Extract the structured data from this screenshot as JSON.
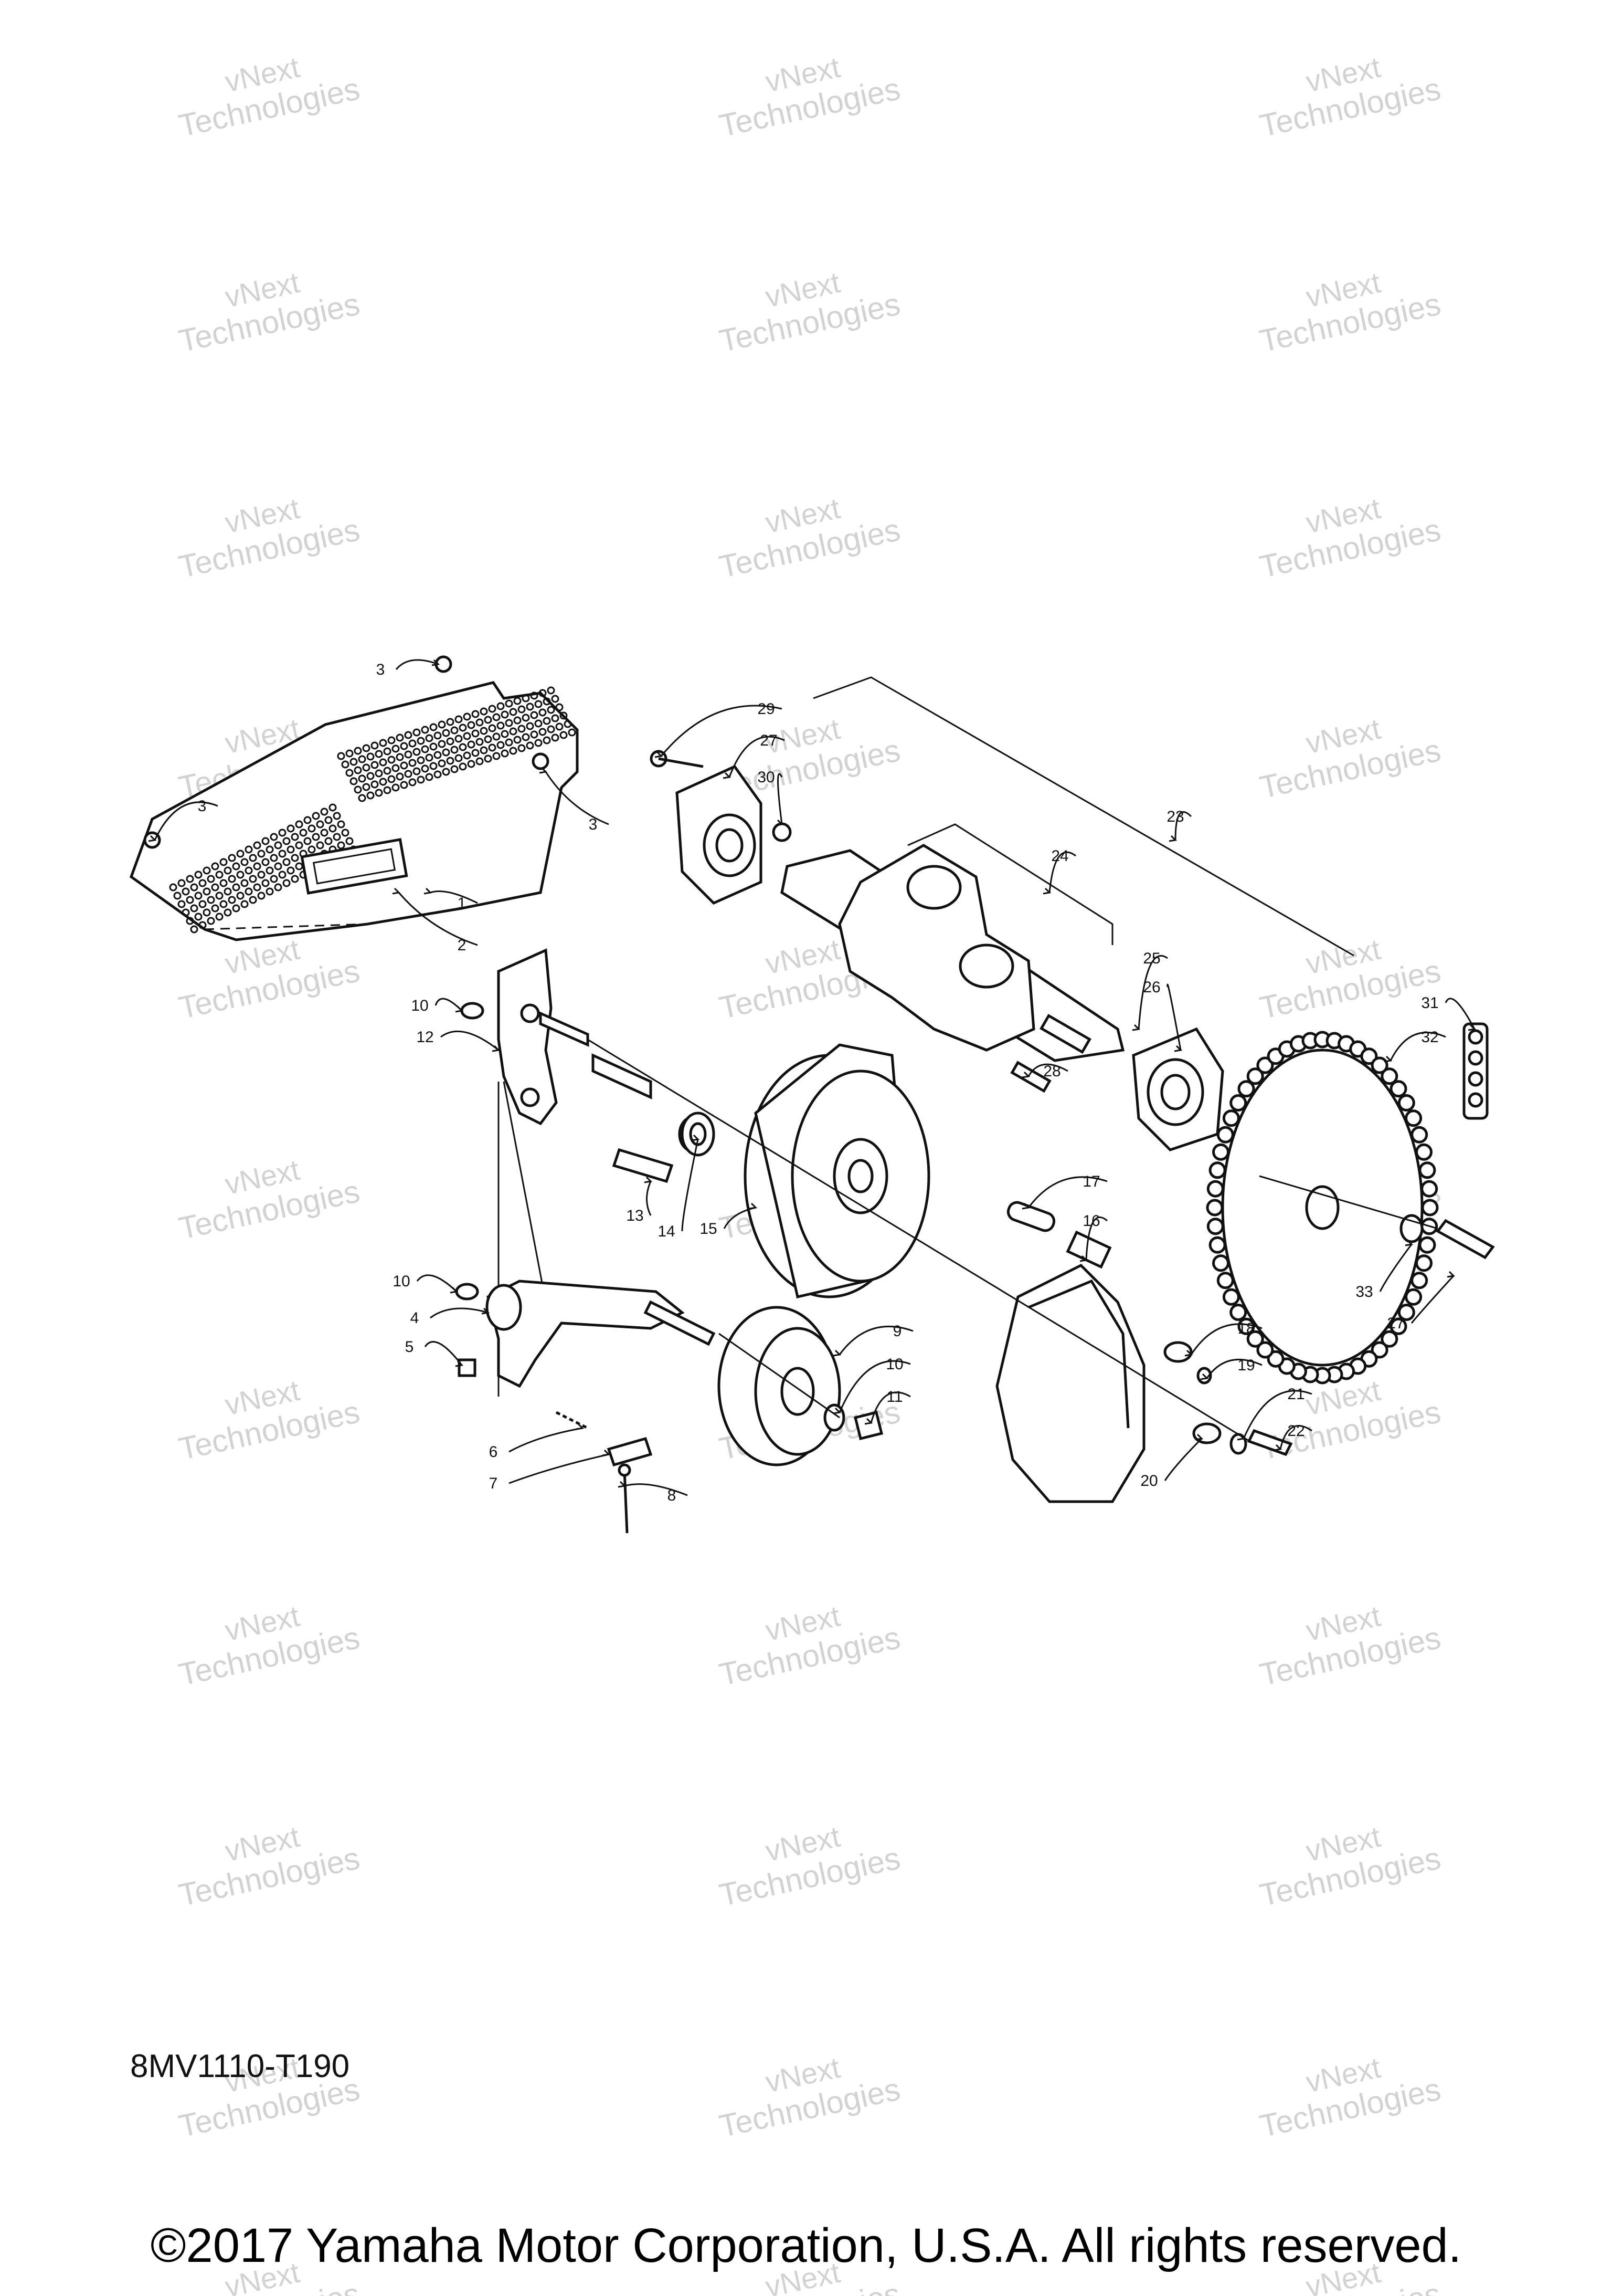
{
  "drawing_code": "8MV1110-T190",
  "copyright": "©2017 Yamaha Motor Corporation, U.S.A. All rights reserved.",
  "watermark": {
    "line1": "vNext",
    "line2": "Technologies"
  },
  "callouts": [
    "1",
    "2",
    "3",
    "4",
    "5",
    "6",
    "7",
    "8",
    "9",
    "10",
    "11",
    "12",
    "13",
    "14",
    "15",
    "16",
    "17",
    "18",
    "19",
    "20",
    "21",
    "22",
    "23",
    "24",
    "25",
    "26",
    "27",
    "28",
    "29",
    "30",
    "31",
    "32",
    "33"
  ]
}
